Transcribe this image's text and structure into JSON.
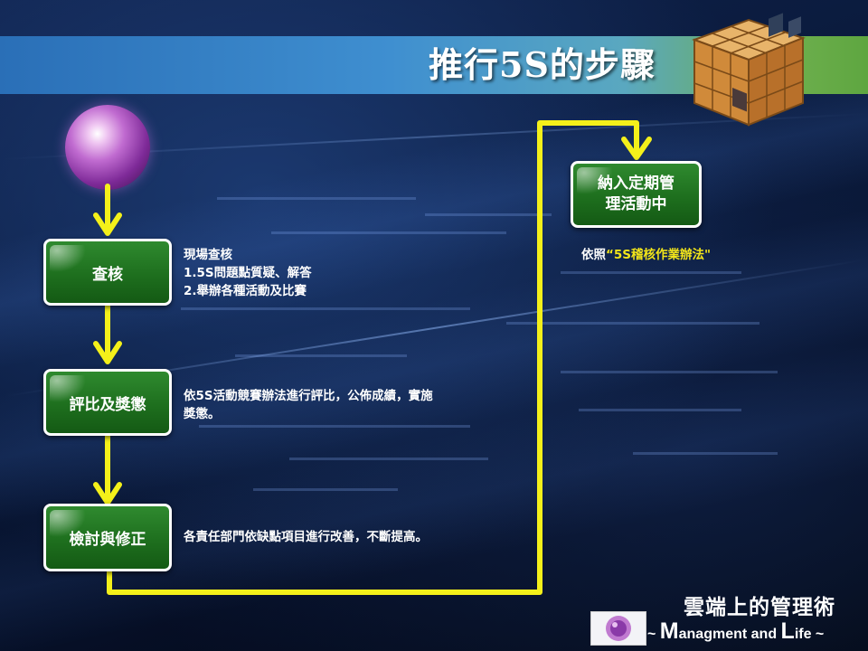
{
  "header": {
    "title": "推行5S的步驟"
  },
  "steps": [
    {
      "label": "查核"
    },
    {
      "label": "評比及獎懲"
    },
    {
      "label": "檢討與修正"
    },
    {
      "label_line1": "納入定期管",
      "label_line2": "理活動中"
    }
  ],
  "descriptions": {
    "check": [
      "現場查核",
      "1.5S問題點質疑、解答",
      "2.舉辦各種活動及比賽"
    ],
    "evaluate": [
      "依5S活動競賽辦法進行評比，公佈成績，實施",
      "獎懲。"
    ],
    "review": "各責任部門依缺點項目進行改善，不斷提高。",
    "routine_prefix": "依照",
    "routine_highlight": "“5S稽核作業辦法\""
  },
  "footer": {
    "title": "雲端上的管理術",
    "sub_prefix": "~ ",
    "sub_m": "M",
    "sub_mid": "anagment and ",
    "sub_l": "L",
    "sub_end": "ife ~"
  },
  "colors": {
    "connector": "#f4f01a",
    "step_fill": "#1e6f1e",
    "step_border": "#ffffff",
    "highlight": "#f2e51a"
  }
}
